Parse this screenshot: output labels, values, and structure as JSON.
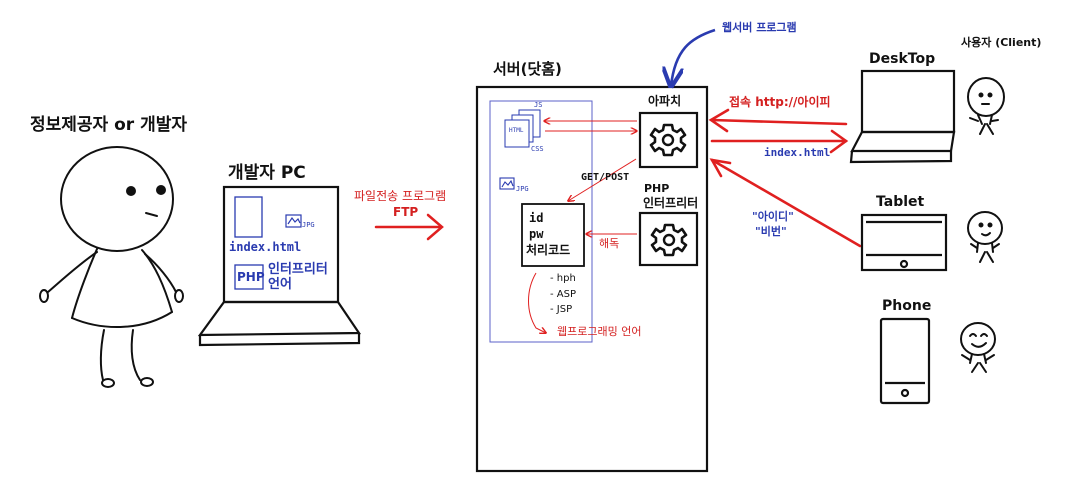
{
  "colors": {
    "red": "#e02020",
    "blue": "#2a3bb0",
    "ink": "#111111",
    "server_inner": "#5b62c8"
  },
  "labels": {
    "provider": "정보제공자 or 개발자",
    "dev_pc": "개발자 PC",
    "index_html": "index.html",
    "jpg": "JPG",
    "php_badge": "PHP",
    "interpreter_lang_1": "인터프리터",
    "interpreter_lang_2": "언어",
    "ftp_program": "파일전송 프로그램",
    "ftp": "FTP",
    "server": "서버(닷홈)",
    "webserver_program": "웹서버 프로그램",
    "apache": "아파치",
    "get_post": "GET/POST",
    "php": "PHP",
    "interpreter": "인터프리터",
    "decode": "해독",
    "html": "HTML",
    "js": "JS",
    "css": "CSS",
    "jpg2": "JPG",
    "code_id": "id",
    "code_pw": "pw",
    "code_proc": "처리코드",
    "lang_php": "- hph",
    "lang_asp": "- ASP",
    "lang_jsp": "- JSP",
    "web_prog_lang": "웹프로그래밍 언어",
    "connect": "접속 http://아이피",
    "index_resp": "index.html",
    "id_field": "\"아이디\"",
    "pw_field": "\"비번\"",
    "user_client": "사용자 (Client)",
    "desktop": "DeskTop",
    "tablet": "Tablet",
    "phone": "Phone"
  },
  "icons": [
    "gear-icon",
    "gear-icon",
    "image-icon",
    "image-icon",
    "document-icon"
  ]
}
